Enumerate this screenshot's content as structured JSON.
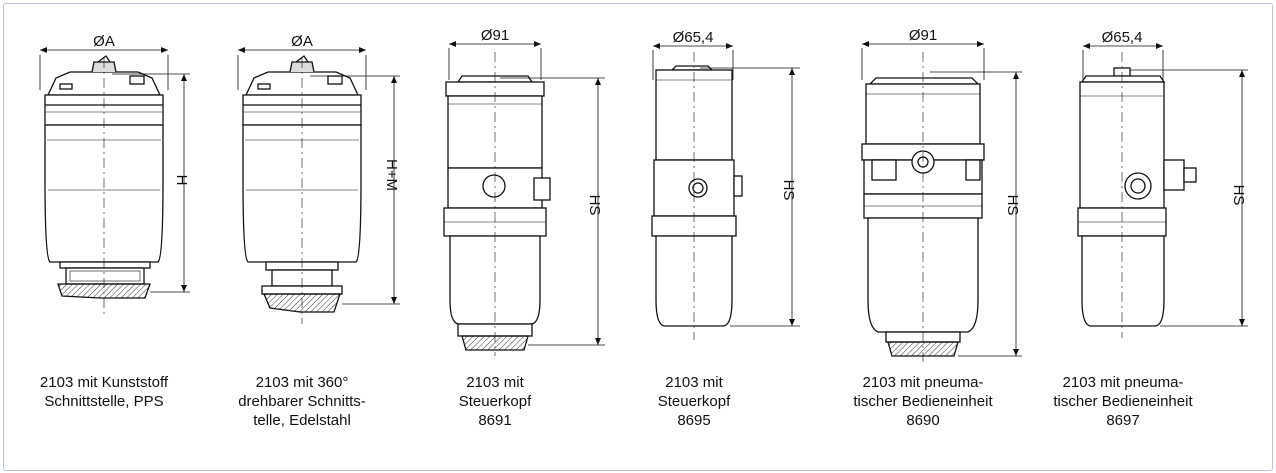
{
  "products": [
    {
      "id": "kunststoff",
      "dim_top": "ØA",
      "dim_side": "H",
      "caption": [
        "2103 mit Kunststoff",
        "Schnittstelle, PPS"
      ]
    },
    {
      "id": "360",
      "dim_top": "ØA",
      "dim_side": "H+M",
      "caption": [
        "2103 mit 360°",
        "drehbarer Schnitts-",
        "telle, Edelstahl"
      ]
    },
    {
      "id": "8691",
      "dim_top": "Ø91",
      "dim_side": "HS",
      "caption": [
        "2103 mit",
        "Steuerkopf",
        "8691"
      ]
    },
    {
      "id": "8695",
      "dim_top": "Ø65,4",
      "dim_side": "HS",
      "caption": [
        "2103 mit",
        "Steuerkopf",
        "8695"
      ]
    },
    {
      "id": "8690",
      "dim_top": "Ø91",
      "dim_side": "HS",
      "caption": [
        "2103 mit pneuma-",
        "tischer Bedieneinheit",
        "8690"
      ]
    },
    {
      "id": "8697",
      "dim_top": "Ø65,4",
      "dim_side": "HS",
      "caption": [
        "2103 mit pneuma-",
        "tischer Bedieneinheit",
        "8697"
      ]
    }
  ]
}
